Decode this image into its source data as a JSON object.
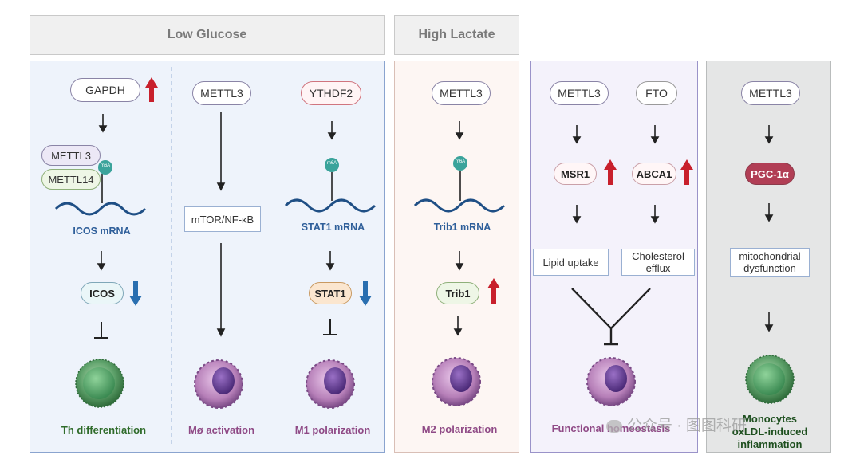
{
  "headers": {
    "low_glucose": "Low Glucose",
    "high_lactate": "High Lactate"
  },
  "col1": {
    "gapdh": "GAPDH",
    "mettl3": "METTL3",
    "mettl14": "METTL14",
    "m6a": "m6A",
    "mrna": "ICOS mRNA",
    "icos": "ICOS",
    "caption": "Th differentiation"
  },
  "col2": {
    "mettl3": "METTL3",
    "pathway": "mTOR/NF-κB",
    "caption": "Mø activation"
  },
  "col3": {
    "ythdf2": "YTHDF2",
    "m6a": "m6A",
    "mrna": "STAT1 mRNA",
    "stat1": "STAT1",
    "caption": "M1 polarization"
  },
  "col4": {
    "mettl3": "METTL3",
    "m6a": "m6A",
    "mrna": "Trib1 mRNA",
    "trib1": "Trib1",
    "caption": "M2 polarization"
  },
  "col5": {
    "mettl3": "METTL3",
    "fto": "FTO",
    "msr1": "MSR1",
    "abca1": "ABCA1",
    "lipid": "Lipid uptake",
    "chol_line1": "Cholesterol",
    "chol_line2": "efflux",
    "caption": "Functional homeostasis"
  },
  "col6": {
    "mettl3": "METTL3",
    "pgc": "PGC-1α",
    "mito_line1": "mitochondrial",
    "mito_line2": "dysfunction",
    "cap_line1": "Monocytes",
    "cap_line2": "oxLDL-induced",
    "cap_line3": "inflammation"
  },
  "watermark": "公众号 · 图图科研",
  "colors": {
    "up_arrow": "#c8202c",
    "down_arrow": "#2a6fb0",
    "mrna_wave": "#1f4f85",
    "m6a_dot": "#3aa39b"
  }
}
